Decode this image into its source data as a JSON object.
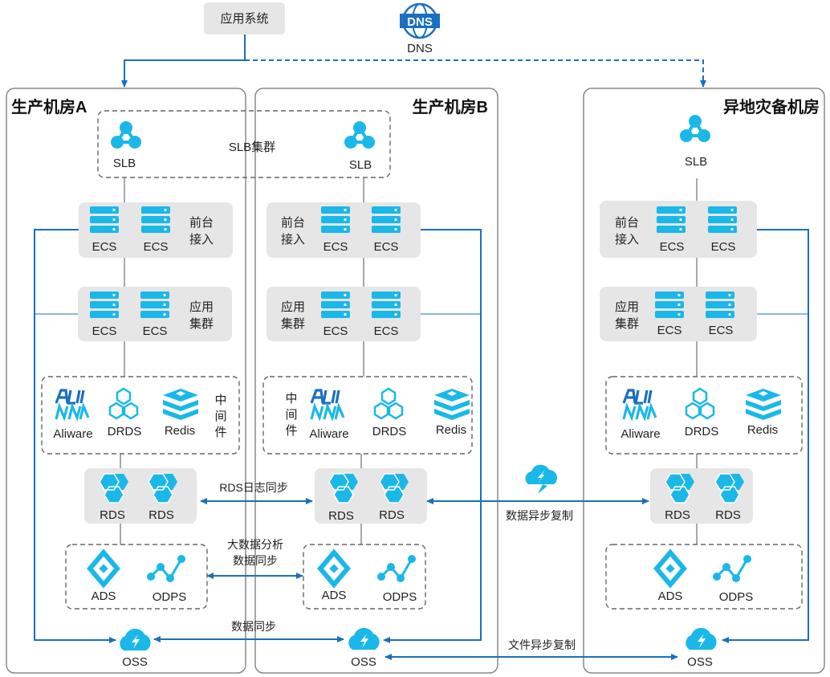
{
  "app_system": "应用系统",
  "dns": {
    "label": "DNS",
    "logo_text": "DNS"
  },
  "rooms": {
    "a": {
      "title": "生产机房A"
    },
    "b": {
      "title": "生产机房B"
    },
    "dr": {
      "title": "异地灾备机房"
    }
  },
  "slb_cluster": "SLB集群",
  "labels": {
    "slb": "SLB",
    "ecs": "ECS",
    "front": [
      "前台",
      "接入"
    ],
    "app": [
      "应用",
      "集群"
    ],
    "middleware": [
      "中",
      "间",
      "件"
    ],
    "aliware": "Aliware",
    "drds": "DRDS",
    "redis": "Redis",
    "rds": "RDS",
    "ads": "ADS",
    "odps": "ODPS",
    "oss": "OSS"
  },
  "links": {
    "rds_log_sync": "RDS日志同步",
    "bigdata": [
      "大数据分析",
      "数据同步"
    ],
    "data_sync": "数据同步",
    "data_async_copy": "数据异步复制",
    "file_async_copy": "文件异步复制"
  },
  "colors": {
    "cyan": "#1ab8e8",
    "blue": "#1a6fc0",
    "group": "#e6e6e6",
    "line": "#8a8a8a"
  }
}
